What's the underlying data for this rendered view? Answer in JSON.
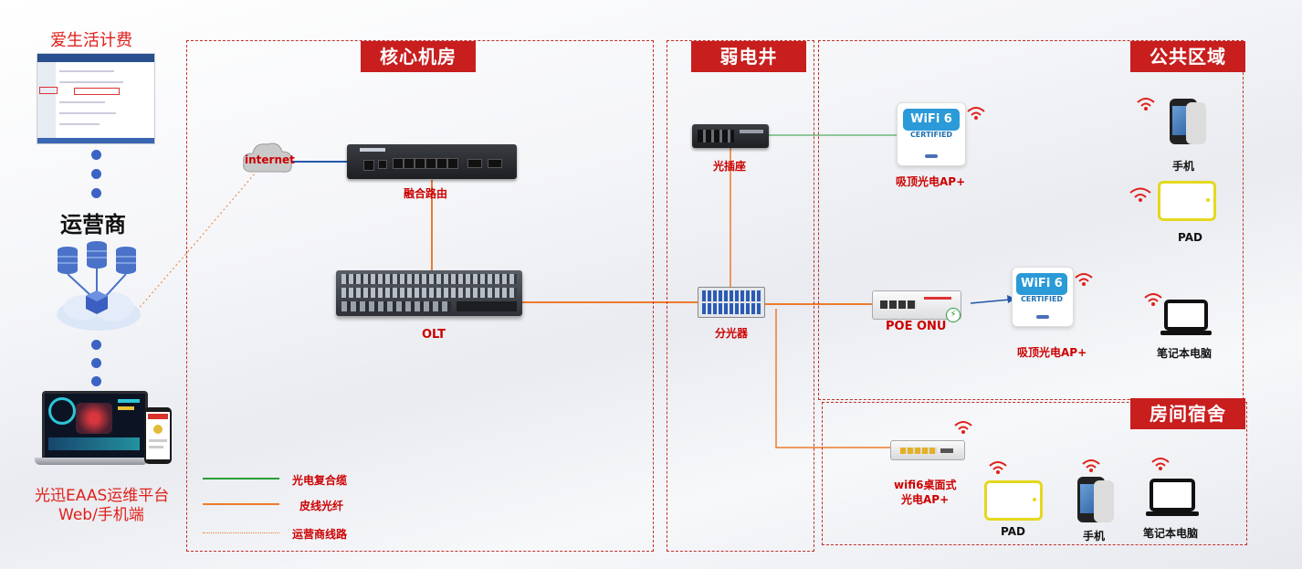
{
  "left_panel": {
    "top_title": "爱生活计费",
    "carrier_label": "运营商",
    "platform_line1": "光迅EAAS运维平台",
    "platform_line2": "Web/手机端"
  },
  "zones": {
    "core": "核心机房",
    "weak": "弱电井",
    "public": "公共区域",
    "dorm": "房间宿舍"
  },
  "devices": {
    "internet": "internet",
    "router": "融合路由",
    "olt": "OLT",
    "fiber_socket": "光插座",
    "splitter": "分光器",
    "ap1": "吸顶光电AP+",
    "poe_onu": "POE ONU",
    "ap2": "吸顶光电AP+",
    "desk_ap_line1": "wifi6桌面式",
    "desk_ap_line2": "光电AP+",
    "wifi_badge": "WiFi 6",
    "wifi_cert": "CERTIFIED"
  },
  "clients": {
    "public_phone": "手机",
    "public_pad": "PAD",
    "public_laptop": "笔记本电脑",
    "dorm_pad": "PAD",
    "dorm_phone": "手机",
    "dorm_laptop": "笔记本电脑"
  },
  "legend": [
    {
      "label": "光电复合缆",
      "color": "#2a9d3a",
      "style": "solid"
    },
    {
      "label": "皮线光纤",
      "color": "#ee7b2c",
      "style": "solid"
    },
    {
      "label": "运营商线路",
      "color": "#ee7b2c",
      "style": "dotted"
    }
  ],
  "colors": {
    "accent_red": "#c81e1e",
    "fiber_orange": "#ee7b2c",
    "hybrid_green": "#2a9d3a",
    "link_blue": "#2455a8"
  }
}
